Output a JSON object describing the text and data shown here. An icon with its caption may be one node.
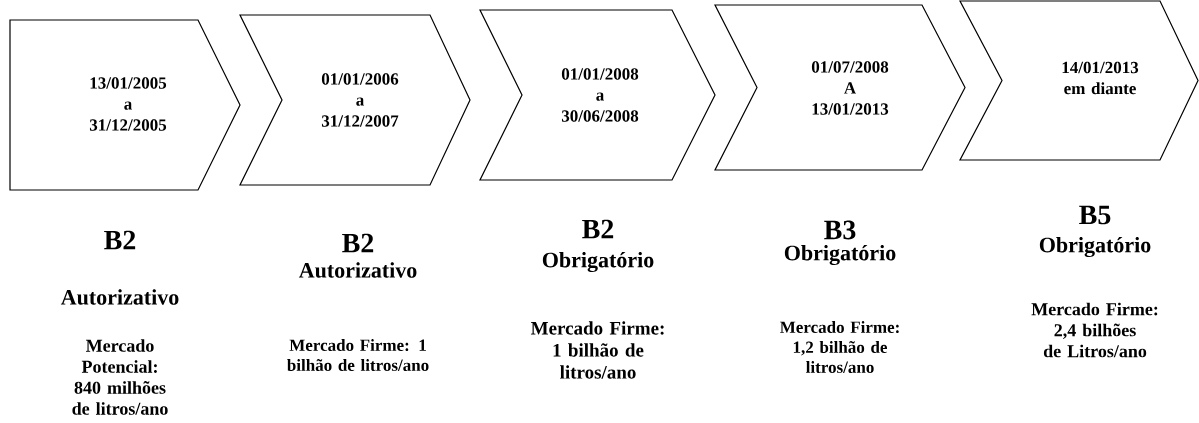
{
  "diagram": {
    "nodes": [
      {
        "text": [
          "13/01/2005 a 31/12/2005"
        ],
        "beside": [
          "B2",
          "Autorizativo",
          "Mercado Potencial: 840 milhões de litros/ano"
        ]
      },
      {
        "text": [
          "01/01/2006 a 31/12/2007"
        ],
        "beside": [
          "B2",
          "Autorizativo",
          "Mercado Firme: 1 bilhão de litros/ano"
        ]
      },
      {
        "text": [
          "01/01/2008 a 30/06/2008"
        ],
        "beside": [
          "B2",
          "Obrigatório",
          "Mercado Firme: 1 bilhão de litros/ano"
        ]
      },
      {
        "text": [
          "01/07/2008 A 13/01/2013"
        ],
        "beside": [
          "B3",
          "Obrigatório",
          "Mercado Firme: 1,2 bilhão de litros/ano"
        ]
      },
      {
        "text": [
          "14/01/2013 em diante"
        ],
        "beside": [
          "B5",
          "Obrigatório",
          "Mercado Firme: 2,4 bilhões de Litros/ano"
        ]
      }
    ]
  }
}
